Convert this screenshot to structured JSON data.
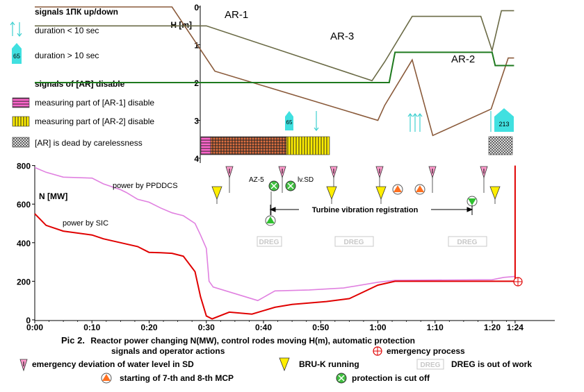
{
  "legend_top": {
    "signals_title": "signals 1ПК up/down",
    "short_label": "duration < 10 sec",
    "long_label": "duration > 10 sec",
    "long_arrow_number": "65",
    "ar_title": "signals of [AR] disable",
    "ar1_label": "measuring part of [AR-1] disable",
    "ar2_label": "measuring part of [AR-2] disable",
    "dead_label": "[AR] is dead by carelessness"
  },
  "colors": {
    "ar1": "#8a5a3a",
    "ar2": "#1e7a1e",
    "ar3": "#6a6a45",
    "sic": "#e00000",
    "ppddcs": "#e080e0",
    "pink_bar": "#ff66cc",
    "yellow_bar": "#ffee00",
    "cyan": "#40e0e0",
    "dreg": "#c8c8c8"
  },
  "chart_data": [
    {
      "type": "line",
      "ylabel": "H [m]",
      "y_ticks": [
        "0",
        "1",
        "2",
        "3",
        "4"
      ],
      "ylim": [
        0,
        4
      ],
      "y_inverted": true,
      "series": [
        {
          "name": "AR-1",
          "points": [
            [
              0,
              0
            ],
            [
              0.4,
              0
            ],
            [
              0.525,
              1.7
            ],
            [
              1.0,
              3.0
            ],
            [
              1.02,
              2.6
            ],
            [
              1.1,
              1.4
            ],
            [
              1.16,
              3.4
            ],
            [
              1.33,
              2.7
            ],
            [
              1.38,
              1.35
            ],
            [
              1.397,
              1.35
            ]
          ]
        },
        {
          "name": "AR-2",
          "points": [
            [
              0,
              2.0
            ],
            [
              0.54,
              2.0
            ],
            [
              1.033,
              2.0
            ],
            [
              1.05,
              1.2
            ],
            [
              1.333,
              1.2
            ],
            [
              1.342,
              1.55
            ],
            [
              1.397,
              1.55
            ]
          ]
        },
        {
          "name": "AR-3",
          "points": [
            [
              0,
              0.5
            ],
            [
              0.5,
              0.5
            ],
            [
              0.983,
              1.95
            ],
            [
              1.02,
              1.45
            ],
            [
              1.1,
              0.25
            ],
            [
              1.3,
              0.25
            ],
            [
              1.333,
              1.15
            ],
            [
              1.36,
              0.1
            ],
            [
              1.397,
              0.1
            ]
          ]
        }
      ]
    },
    {
      "type": "line",
      "ylabel": "N [MW]",
      "x_ticks": [
        "0:00",
        "0:10",
        "0:20",
        "0:30",
        "0:40",
        "0:50",
        "1:00",
        "1:10",
        "1:20",
        "1:24"
      ],
      "y_ticks": [
        "0",
        "200",
        "400",
        "600",
        "800"
      ],
      "ylim": [
        0,
        800
      ],
      "series": [
        {
          "name": "power by PPDDCS",
          "points": [
            [
              0,
              790
            ],
            [
              0.033,
              765
            ],
            [
              0.083,
              740
            ],
            [
              0.167,
              735
            ],
            [
              0.2,
              705
            ],
            [
              0.25,
              675
            ],
            [
              0.267,
              660
            ],
            [
              0.3,
              625
            ],
            [
              0.333,
              610
            ],
            [
              0.367,
              580
            ],
            [
              0.4,
              555
            ],
            [
              0.433,
              540
            ],
            [
              0.467,
              500
            ],
            [
              0.483,
              440
            ],
            [
              0.5,
              370
            ],
            [
              0.508,
              200
            ],
            [
              0.52,
              170
            ],
            [
              0.65,
              100
            ],
            [
              0.7,
              150
            ],
            [
              0.8,
              155
            ],
            [
              0.9,
              165
            ],
            [
              1.0,
              195
            ],
            [
              1.05,
              205
            ],
            [
              1.333,
              208
            ],
            [
              1.367,
              220
            ],
            [
              1.4,
              225
            ]
          ]
        },
        {
          "name": "power by SIC",
          "points": [
            [
              0,
              550
            ],
            [
              0.033,
              490
            ],
            [
              0.083,
              460
            ],
            [
              0.167,
              440
            ],
            [
              0.2,
              420
            ],
            [
              0.25,
              400
            ],
            [
              0.3,
              380
            ],
            [
              0.333,
              350
            ],
            [
              0.367,
              348
            ],
            [
              0.4,
              345
            ],
            [
              0.433,
              330
            ],
            [
              0.467,
              250
            ],
            [
              0.483,
              120
            ],
            [
              0.5,
              20
            ],
            [
              0.517,
              5
            ],
            [
              0.567,
              40
            ],
            [
              0.633,
              30
            ],
            [
              0.7,
              65
            ],
            [
              0.75,
              80
            ],
            [
              0.85,
              95
            ],
            [
              0.917,
              110
            ],
            [
              1.0,
              180
            ],
            [
              1.05,
              200
            ],
            [
              1.367,
              200
            ],
            [
              1.4,
              200
            ],
            [
              1.4,
              800
            ]
          ]
        }
      ]
    }
  ],
  "curve_labels": {
    "ar1": "AR-1",
    "ar2": "AR-2",
    "ar3": "AR-3",
    "ppddcs": "power by PPDDCS",
    "sic": "power by SIC"
  },
  "annotations": {
    "az5": "AZ-5",
    "lvsd": "lv.SD",
    "turbine": "Turbine  vibration  registration",
    "dreg": "DREG",
    "box65": "65",
    "box213": "213"
  },
  "caption": {
    "prefix": "Pic 2.",
    "line1": "Reactor power changing N(MW), control rodes moving H(m), automatic protection",
    "line2": "signals and operator actions"
  },
  "bottom_legend": {
    "deviation": "emergency  deviation of water level in SD",
    "bruk": "BRU-K running",
    "dreg_word": "DREG",
    "dreg_text": "DREG is out of work",
    "mcp": "starting of 7-th and 8-th MCP",
    "cutoff": "protection is cut off",
    "emergency_process": "emergency process"
  }
}
